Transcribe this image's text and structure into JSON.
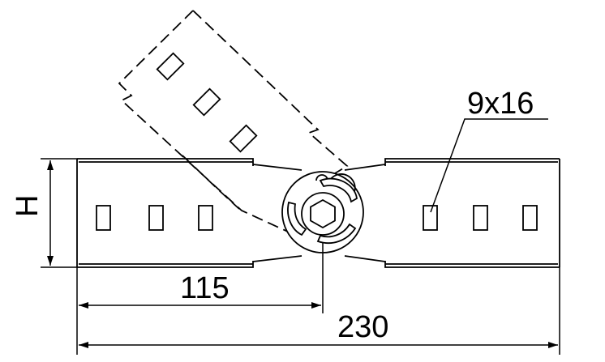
{
  "drawing": {
    "labels": {
      "slot_size": "9x16",
      "height_symbol": "H",
      "half_length": "115",
      "total_length": "230"
    },
    "colors": {
      "line": "#000000",
      "background": "#ffffff"
    }
  }
}
